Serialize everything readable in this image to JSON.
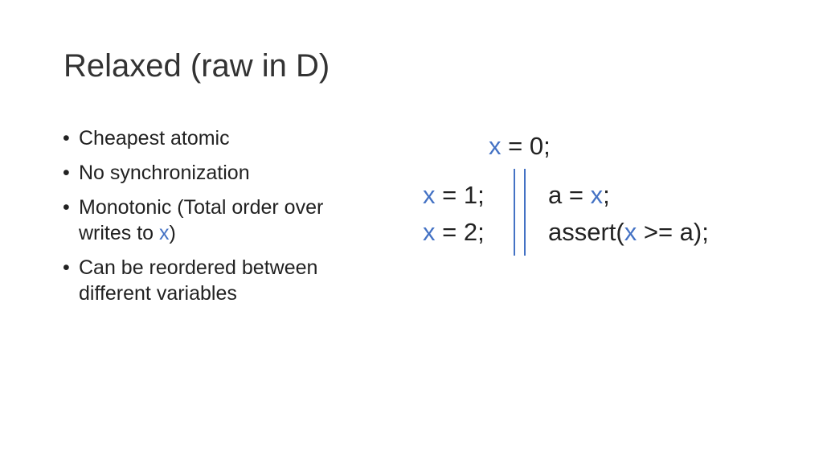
{
  "slide": {
    "title": "Relaxed (raw in D)",
    "bullet_char": "•",
    "bullets": [
      {
        "text": "Cheapest atomic"
      },
      {
        "text": "No synchronization"
      },
      {
        "text_before": "Monotonic (Total order over writes to ",
        "var": "x",
        "text_after": ")"
      },
      {
        "text": "Can be reordered between different variables"
      }
    ]
  },
  "code": {
    "init": {
      "var": "x",
      "rest": " = 0;"
    },
    "thread1": [
      {
        "var": "x",
        "rest": " = 1;"
      },
      {
        "var": "x",
        "rest": " = 2;"
      }
    ],
    "thread2": [
      {
        "pre": "a = ",
        "var": "x",
        "post": ";"
      },
      {
        "pre": "assert(",
        "var": "x",
        "post": " >= a);"
      }
    ]
  },
  "colors": {
    "variable": "#4472c4",
    "text": "#222222",
    "title": "#333333"
  }
}
